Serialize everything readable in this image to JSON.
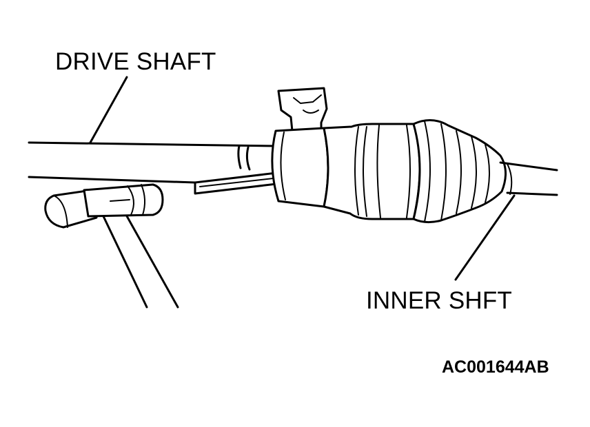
{
  "labels": {
    "drive_shaft": "DRIVE SHAFT",
    "inner_shaft": "INNER SHFT"
  },
  "figure_code": "AC001644AB"
}
